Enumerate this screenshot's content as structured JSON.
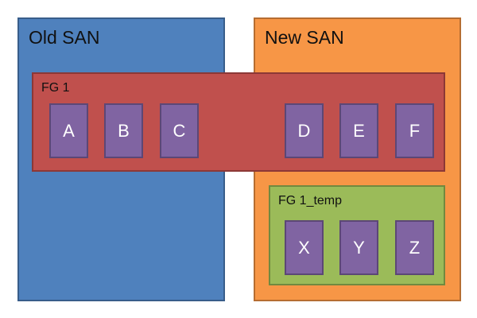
{
  "old_san": {
    "label": "Old SAN",
    "color": "#4f81bd"
  },
  "new_san": {
    "label": "New SAN",
    "color": "#f79646"
  },
  "fg1": {
    "label": "FG 1",
    "color": "#c0504d",
    "disks": [
      "A",
      "B",
      "C",
      "D",
      "E",
      "F"
    ]
  },
  "fg1_temp": {
    "label": "FG 1_temp",
    "color": "#9bbb59",
    "disks": [
      "X",
      "Y",
      "Z"
    ]
  },
  "disk_color": "#8064a2"
}
